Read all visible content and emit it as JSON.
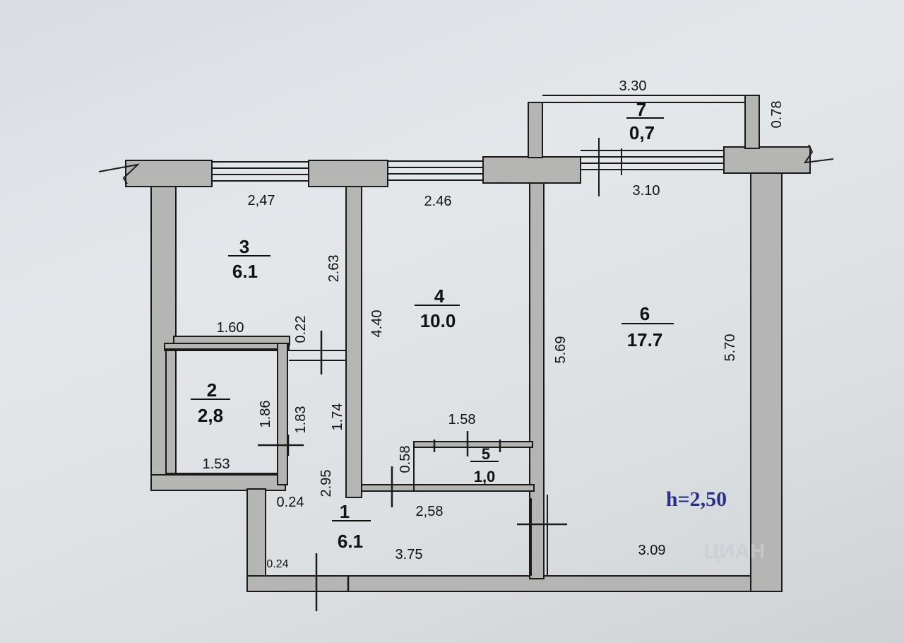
{
  "rooms": [
    {
      "id": "1",
      "area": "6.1"
    },
    {
      "id": "2",
      "area": "2,8"
    },
    {
      "id": "3",
      "area": "6.1"
    },
    {
      "id": "4",
      "area": "10.0"
    },
    {
      "id": "5",
      "area": "1,0"
    },
    {
      "id": "6",
      "area": "17.7"
    },
    {
      "id": "7",
      "area": "0,7"
    }
  ],
  "dimensions": {
    "balcony_width": "3.30",
    "balcony_depth": "0.78",
    "room3_width": "2,47",
    "room4_width": "2.46",
    "room6_width": "3.10",
    "room3_depth": "2.63",
    "hall_width": "1.60",
    "wall_gap": "0.22",
    "room4_depth": "4.40",
    "room6_depth_left": "5.69",
    "room6_depth_right": "5.70",
    "room2_depth": "1.86",
    "corridor_depth": "1.83",
    "corridor_lower": "1.74",
    "room2_width": "1.53",
    "closet_width": "1.58",
    "closet_depth": "0.58",
    "hall_depth": "2.95",
    "hall_top": "2,58",
    "entry_wall": "0.24",
    "entry_wall_low": "0.24",
    "hall_bottom": "3.75",
    "room6_bottom": "3.09"
  },
  "ceiling_height": "h=2,50",
  "watermark": "ЦИАН"
}
